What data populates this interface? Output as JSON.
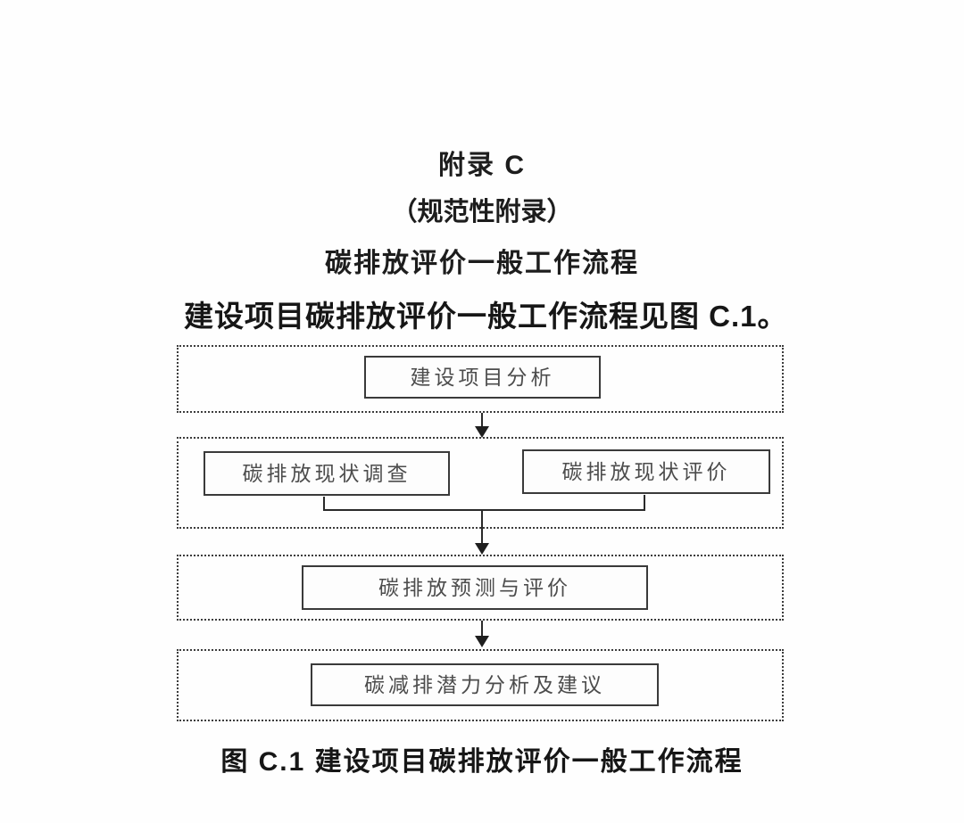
{
  "document": {
    "appendix_title": "附录 C",
    "appendix_type": "（规范性附录）",
    "appendix_subject": "碳排放评价一般工作流程",
    "intro_paragraph": "建设项目碳排放评价一般工作流程见图 C.1。",
    "figure_caption": "图 C.1 建设项目碳排放评价一般工作流程"
  },
  "flowchart": {
    "figure_id": "C.1",
    "stages": [
      {
        "nodes": [
          {
            "label": "建设项目分析"
          }
        ]
      },
      {
        "nodes": [
          {
            "label": "碳排放现状调查"
          },
          {
            "label": "碳排放现状评价"
          }
        ]
      },
      {
        "nodes": [
          {
            "label": "碳排放预测与评价"
          }
        ]
      },
      {
        "nodes": [
          {
            "label": "碳减排潜力分析及建议"
          }
        ]
      }
    ]
  },
  "colors": {
    "ink": "#1d1d1d",
    "node_border": "#3a3a3a",
    "node_text": "#4c4c4c",
    "background": "#fefefe"
  }
}
